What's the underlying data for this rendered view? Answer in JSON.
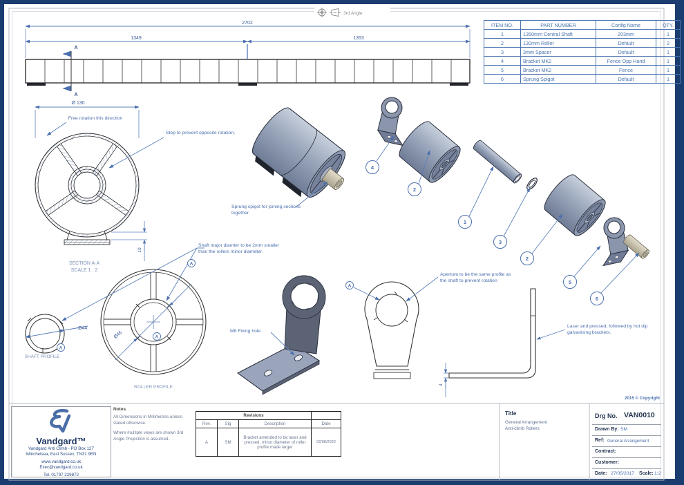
{
  "projection": {
    "label": "3rd Angle"
  },
  "parts_table": {
    "headers": [
      "ITEM NO.",
      "PART NUMBER",
      "Config Name",
      "QTY."
    ],
    "rows": [
      {
        "item": "1",
        "part": "1350mm Central Shaft",
        "config": "203mm",
        "qty": "1"
      },
      {
        "item": "2",
        "part": "130mm Roller",
        "config": "Default",
        "qty": "2"
      },
      {
        "item": "3",
        "part": "3mm Spacer",
        "config": "Default",
        "qty": "1"
      },
      {
        "item": "4",
        "part": "Bracket MK2",
        "config": "Fence Opp Hand",
        "qty": "1"
      },
      {
        "item": "5",
        "part": "Bracket MK2",
        "config": "Fence",
        "qty": "1"
      },
      {
        "item": "6",
        "part": "Sprung Spigot",
        "config": "Default",
        "qty": "1"
      }
    ]
  },
  "dims": {
    "overall": "2702",
    "left_half": "1349",
    "right_half": "1353",
    "roller_dia": "Ø 130",
    "shaft_dia": "Ø44",
    "roller_bore_dia": "Ø46",
    "step": "10",
    "thickness": "4",
    "section_marker": "A"
  },
  "labels": {
    "section": "SECTION A-A",
    "section_scale": "SCALE 1 : 2",
    "shaft_profile": "SHAFT PROFILE",
    "roller_profile": "ROLLER PROFILE",
    "datum": "A"
  },
  "annotations": {
    "free_rotation": "Free rotation this direction",
    "step_prevent": "Step to prevent opposite rotation.",
    "shaft_major": "Shaft major diamter to be 2mm smaller than the rollers minor diameter.",
    "sprung_spigot": "Sprung spigot for joining sections together.",
    "m8": "M8 Fixing hole",
    "aperture": "Aperture to be the same profile as the shaft to prevent rotation",
    "laser": "Laser and pressed, followed by hot dip galvanising brackets."
  },
  "balloons": [
    "4",
    "2",
    "1",
    "3",
    "2",
    "5",
    "6"
  ],
  "copyright": "2015 © Copyright",
  "footer": {
    "logo": {
      "brand": "Vandgard™",
      "address1": "Vandgard Anti Climb - PO Box 127",
      "address2": "Winchelsea, East Sussex, TN31 9EN",
      "web": "www.vandgard.co.uk",
      "email": "Exec@vandgard.co.uk",
      "tel": "Tel. 01797 229872"
    },
    "notes": {
      "heading": "Notes",
      "line1": "All Dimensions in Millimetres unless stated otherwise.",
      "line2": "Where multiple views are shown 3rd Angle Projection is assumed."
    },
    "revisions": {
      "title": "Revisions",
      "headers": [
        "Rev.",
        "Sig",
        "Description",
        "Date"
      ],
      "rows": [
        {
          "rev": "A",
          "sig": "SM",
          "description": "Bracket amended to be laser and pressed, minor diameter of roller profile made larger",
          "date": "02/08/2022"
        }
      ]
    },
    "title_block": {
      "title_label": "Title",
      "title_line1": "General Arrangement",
      "title_line2": "Anti-climb Rollers",
      "drg_label": "Drg No.",
      "drg_no": "VAN0010",
      "drawn_by_label": "Drawn By:",
      "drawn_by": "SM",
      "ref_label": "Ref:",
      "ref": "General Arrangement",
      "contract_label": "Contract:",
      "customer_label": "Customer:",
      "date_label": "Date:",
      "date": "27/05/2017",
      "scale_label": "Scale:",
      "scale": "1:2"
    }
  },
  "colors": {
    "border_navy": "#1b3c6e",
    "annotation_blue": "#4a6fae",
    "table_blue": "#4a74b0",
    "line_dark": "#2c3240",
    "part_fill": "#9aa6bb",
    "spigot_fill": "#cdc7b2"
  }
}
